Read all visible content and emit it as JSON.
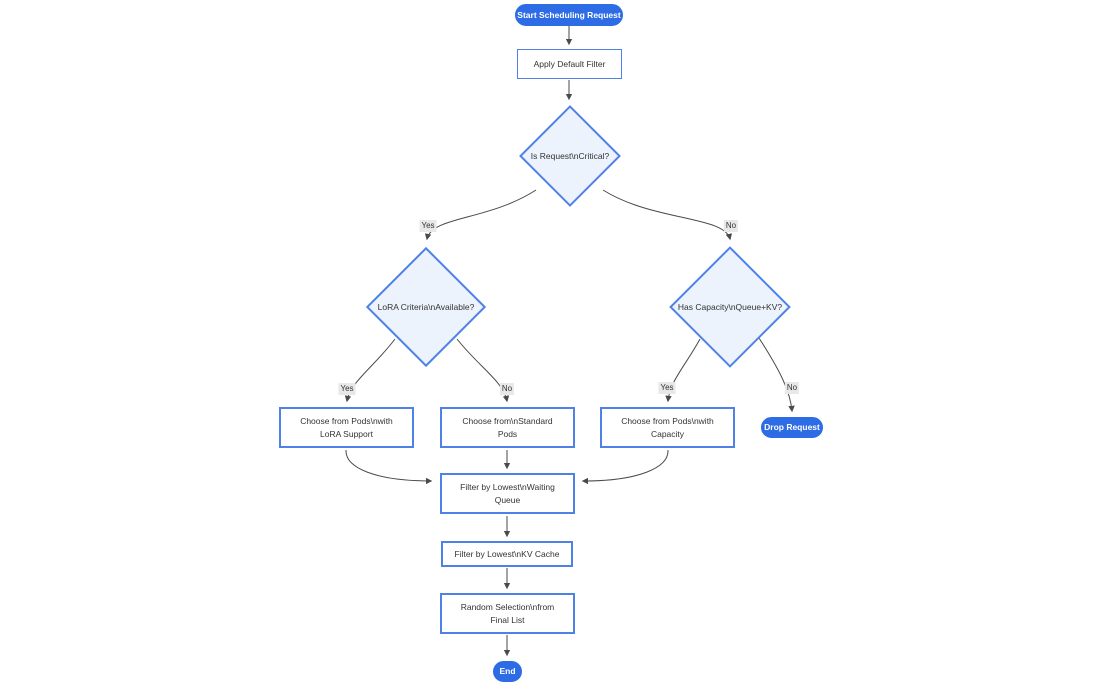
{
  "diagram": {
    "nodes": {
      "start": {
        "label": "Start Scheduling Request"
      },
      "apply_filter": {
        "label": "Apply Default Filter"
      },
      "is_critical": {
        "label": "Is Request\\nCritical?"
      },
      "lora_criteria": {
        "label": "LoRA Criteria\\nAvailable?"
      },
      "has_capacity": {
        "label": "Has Capacity\\nQueue+KV?"
      },
      "choose_lora": {
        "lines": [
          "Choose from Pods\\nwith",
          "LoRA Support"
        ]
      },
      "choose_standard": {
        "lines": [
          "Choose from\\nStandard",
          "Pods"
        ]
      },
      "choose_capacity": {
        "lines": [
          "Choose from Pods\\nwith",
          "Capacity"
        ]
      },
      "drop_request": {
        "label": "Drop Request"
      },
      "filter_queue": {
        "lines": [
          "Filter by Lowest\\nWaiting",
          "Queue"
        ]
      },
      "filter_kv": {
        "label": "Filter by Lowest\\nKV Cache"
      },
      "random_selection": {
        "lines": [
          "Random Selection\\nfrom",
          "Final List"
        ]
      },
      "end": {
        "label": "End"
      }
    },
    "edge_labels": {
      "crit_yes": "Yes",
      "crit_no": "No",
      "lora_yes": "Yes",
      "lora_no": "No",
      "cap_yes": "Yes",
      "cap_no": "No"
    },
    "colors": {
      "pill_fill": "#2d6ce5",
      "node_border": "#4f82e6",
      "diamond_fill": "#ecf3fc",
      "rect_fill": "#ffffff",
      "edge_line": "#4a4a4a",
      "label_bg": "#e8e8e8",
      "text": "#333333"
    }
  }
}
